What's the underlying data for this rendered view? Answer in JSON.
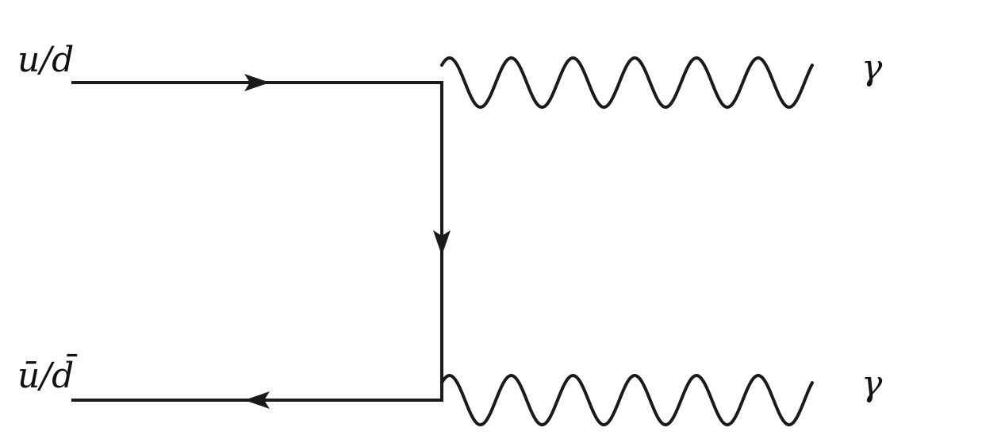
{
  "diagram": {
    "type": "feynman-diagram",
    "stroke_color": "#1a1a1a",
    "particles": {
      "incoming_quark": "u/d",
      "incoming_antiquark": "ū/d̄",
      "photon_top": "γ",
      "photon_bottom": "γ"
    },
    "edges": [
      {
        "id": "quark-in",
        "kind": "fermion",
        "direction": "right"
      },
      {
        "id": "quark-exchange",
        "kind": "fermion",
        "direction": "down"
      },
      {
        "id": "antiquark-in",
        "kind": "fermion",
        "direction": "left"
      },
      {
        "id": "photon-top",
        "kind": "photon"
      },
      {
        "id": "photon-bottom",
        "kind": "photon"
      }
    ]
  }
}
